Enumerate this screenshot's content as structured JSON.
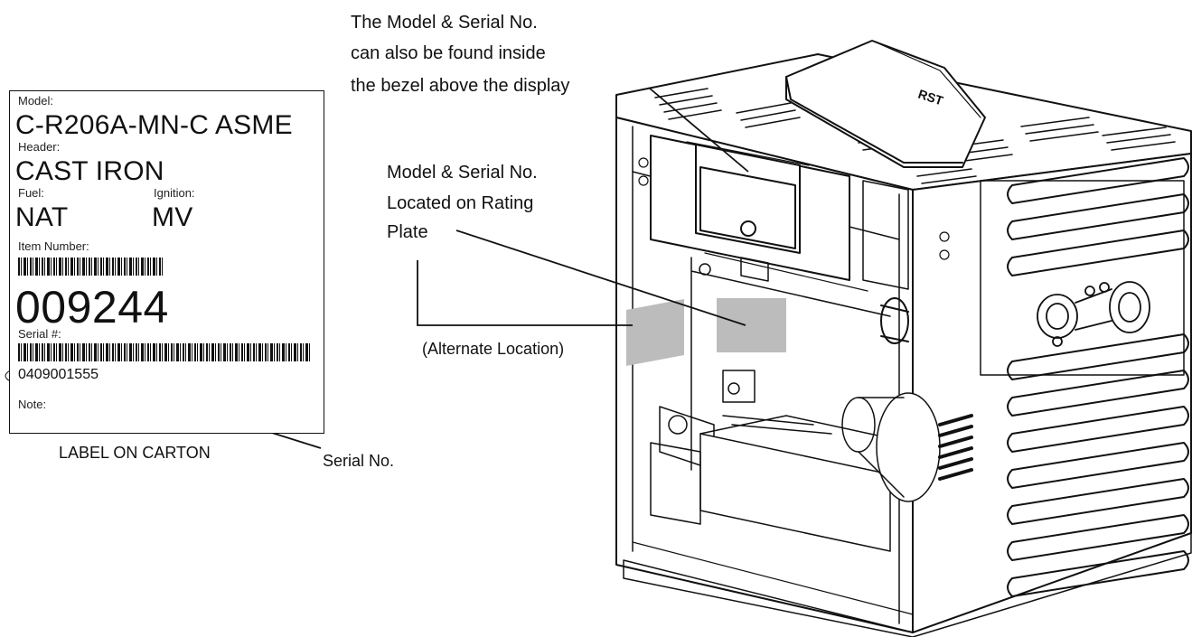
{
  "carton_label": {
    "model_heading": "Model:",
    "model_value": "C-R206A-MN-C ASME",
    "header_heading": "Header:",
    "header_value": "CAST IRON",
    "fuel_heading": "Fuel:",
    "fuel_value": "NAT",
    "ignition_heading": "Ignition:",
    "ignition_value": "MV",
    "item_heading": "Item Number:",
    "item_value": "009244",
    "serial_heading": "Serial #:",
    "serial_value": "0409001555",
    "note_heading": "Note:"
  },
  "captions": {
    "label_on_carton": "LABEL ON CARTON",
    "serial_no": "Serial No.",
    "bezel_line1": "The Model & Serial No.",
    "bezel_line2": "can also be found inside",
    "bezel_line3": "the bezel above the display",
    "rating_line1": "Model & Serial No.",
    "rating_line2": "Located on Rating",
    "rating_line3": "Plate",
    "alternate": "(Alternate Location)"
  },
  "colors": {
    "line": "#111111",
    "plate_fill": "#bcbcbc"
  }
}
